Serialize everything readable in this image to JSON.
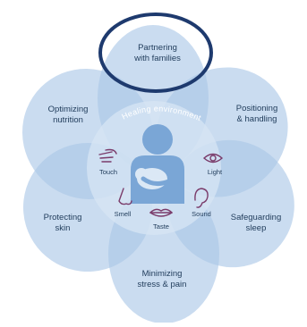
{
  "diagram": {
    "center_title": "Healing environment",
    "petals": {
      "partnering": "Partnering\nwith families",
      "positioning": "Positioning\n& handling",
      "sleep": "Safeguarding\nsleep",
      "stress": "Minimizing\nstress & pain",
      "skin": "Protecting\nskin",
      "nutrition": "Optimizing\nnutrition"
    },
    "senses": {
      "touch": "Touch",
      "light": "Light",
      "smell": "Smell",
      "taste": "Taste",
      "sound": "Sound"
    },
    "colors": {
      "petal_fill": "#a9c6e6",
      "petal_outer": "#bcd3ec",
      "inner_ring": "#d7e5f4",
      "figure": "#7aa6d6",
      "highlight_ring": "#1e3a6e",
      "icon": "#7a3b6a",
      "text": "#1f3b5a"
    },
    "icons": {
      "touch": "hand-icon",
      "light": "eye-icon",
      "smell": "nose-icon",
      "taste": "lips-icon",
      "sound": "ear-icon",
      "center": "parent-holding-baby-icon"
    }
  }
}
